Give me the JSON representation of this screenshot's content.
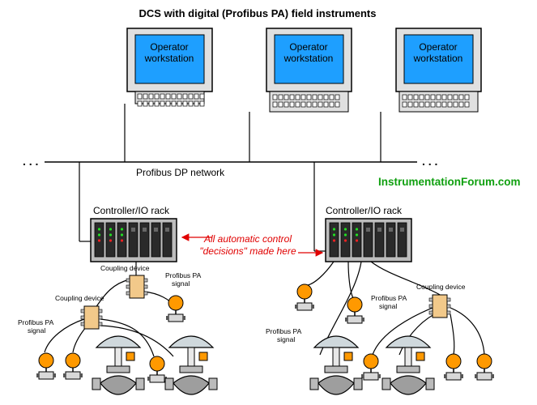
{
  "title": "DCS with digital (Profibus PA) field instruments",
  "workstations": [
    {
      "label_line1": "Operator",
      "label_line2": "workstation"
    },
    {
      "label_line1": "Operator",
      "label_line2": "workstation"
    },
    {
      "label_line1": "Operator",
      "label_line2": "workstation"
    }
  ],
  "network": {
    "label": "Profibus DP network",
    "ellipsis": ". . ."
  },
  "racks": [
    {
      "label": "Controller/IO rack"
    },
    {
      "label": "Controller/IO rack"
    }
  ],
  "annotation": {
    "line1": "All automatic control",
    "line2": "\"decisions\" made here"
  },
  "watermark": "InstrumentationForum.com",
  "labels": {
    "coupling_device": "Coupling device",
    "profibus_pa": "Profibus PA",
    "signal": "signal"
  },
  "colors": {
    "screen": "#1e9fff",
    "monitor": "#e0e0e0",
    "rack": "#bdbdbd",
    "module": "#2a2a2a",
    "led_green": "#22dd22",
    "led_red": "#ee2222",
    "transmitter": "#ff9900",
    "coupler": "#f2c98a",
    "annotation": "#e00000",
    "watermark": "#10a010"
  }
}
